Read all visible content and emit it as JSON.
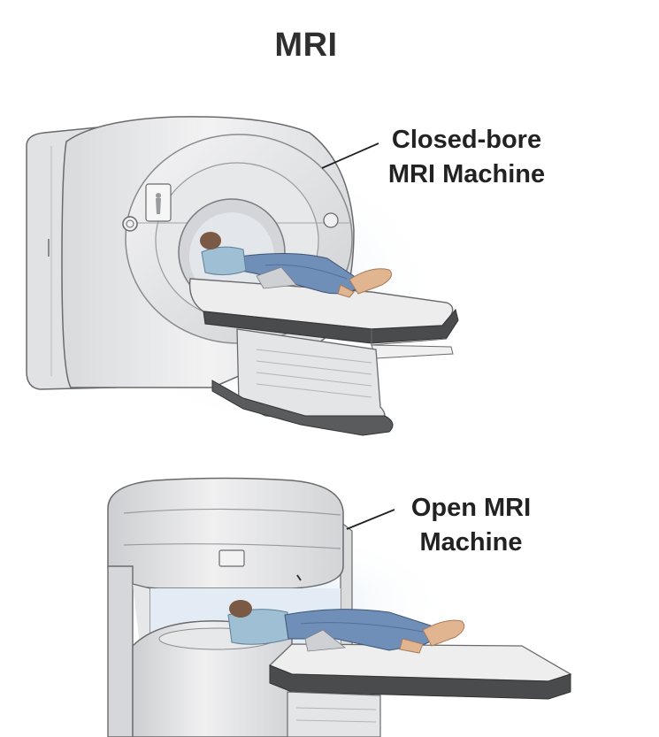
{
  "title": "MRI",
  "machines": [
    {
      "label_line1": "Closed-bore",
      "label_line2": "MRI Machine"
    },
    {
      "label_line1": "Open MRI",
      "label_line2": "Machine"
    }
  ],
  "colors": {
    "machine_body": "#e9e9ea",
    "machine_shade": "#cfd0d2",
    "machine_outline": "#6a6a6c",
    "table_dark": "#4a4b4d",
    "jeans": "#6f8fb8",
    "shirt": "#9fc0d4",
    "skin": "#e2b591",
    "glow": "#dbe7f3"
  }
}
